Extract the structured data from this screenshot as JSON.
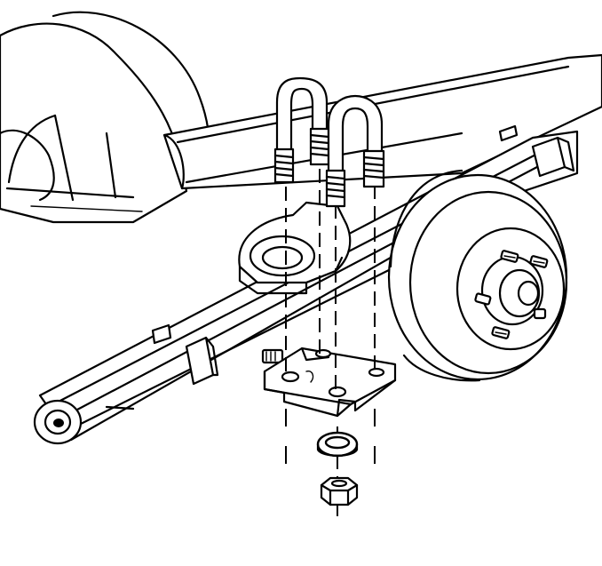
{
  "diagram": {
    "parts": [
      {
        "id": "axle-housing",
        "icon": "axle-housing"
      },
      {
        "id": "differential-housing",
        "icon": "differential"
      },
      {
        "id": "leaf-spring",
        "icon": "leaf-spring"
      },
      {
        "id": "spring-eye",
        "icon": "spring-eye"
      },
      {
        "id": "spring-clips",
        "icon": "spring-clip"
      },
      {
        "id": "axle-spring-seat",
        "icon": "spring-seat"
      },
      {
        "id": "u-bolts",
        "icon": "u-bolt"
      },
      {
        "id": "spring-plate",
        "icon": "spring-plate"
      },
      {
        "id": "shock-absorber-stud",
        "icon": "stud"
      },
      {
        "id": "brake-drum",
        "icon": "brake-drum"
      },
      {
        "id": "wheel-studs",
        "icon": "wheel-stud"
      },
      {
        "id": "washer",
        "icon": "washer"
      },
      {
        "id": "nut",
        "icon": "hex-nut"
      }
    ],
    "colors": {
      "line": "#000000",
      "fill": "#ffffff"
    }
  }
}
